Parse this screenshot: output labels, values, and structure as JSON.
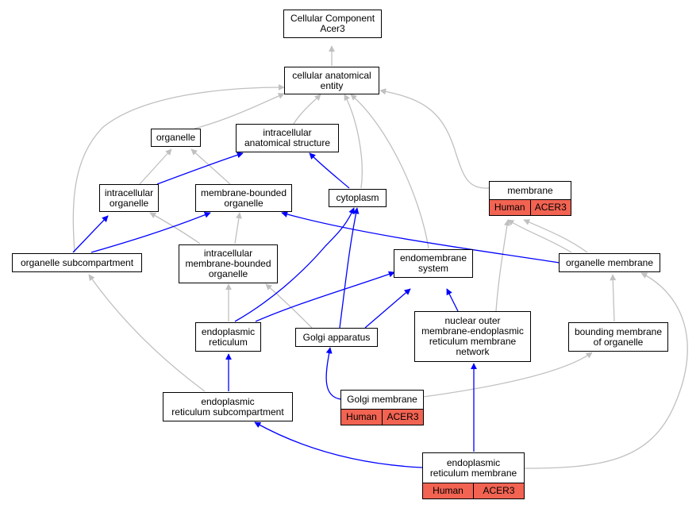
{
  "nodes": {
    "cellular_component": {
      "line1": "Cellular Component",
      "line2": "Acer3"
    },
    "cellular_anatomical_entity": {
      "line1": "cellular anatomical",
      "line2": "entity"
    },
    "organelle": {
      "line1": "organelle"
    },
    "intracellular_anatomical_structure": {
      "line1": "intracellular",
      "line2": "anatomical structure"
    },
    "intracellular_organelle": {
      "line1": "intracellular",
      "line2": "organelle"
    },
    "membrane_bounded_organelle": {
      "line1": "membrane-bounded",
      "line2": "organelle"
    },
    "cytoplasm": {
      "line1": "cytoplasm"
    },
    "membrane": {
      "line1": "membrane",
      "tag1": "Human",
      "tag2": "ACER3"
    },
    "organelle_subcompartment": {
      "line1": "organelle subcompartment"
    },
    "intracellular_membrane_bounded_organelle": {
      "line1": "intracellular",
      "line2": "membrane-bounded",
      "line3": "organelle"
    },
    "endomembrane_system": {
      "line1": "endomembrane",
      "line2": "system"
    },
    "organelle_membrane": {
      "line1": "organelle membrane"
    },
    "endoplasmic_reticulum": {
      "line1": "endoplasmic",
      "line2": "reticulum"
    },
    "golgi_apparatus": {
      "line1": "Golgi apparatus"
    },
    "nuclear_outer_membrane_er_network": {
      "line1": "nuclear outer",
      "line2": "membrane-endoplasmic",
      "line3": "reticulum membrane",
      "line4": "network"
    },
    "bounding_membrane_of_organelle": {
      "line1": "bounding membrane",
      "line2": "of organelle"
    },
    "er_subcompartment": {
      "line1": "endoplasmic",
      "line2": "reticulum subcompartment"
    },
    "golgi_membrane": {
      "line1": "Golgi membrane",
      "tag1": "Human",
      "tag2": "ACER3"
    },
    "er_membrane": {
      "line1": "endoplasmic",
      "line2": "reticulum membrane",
      "tag1": "Human",
      "tag2": "ACER3"
    }
  },
  "colors": {
    "is_a_edge": "#c0c0c0",
    "part_of_edge": "#0000ff",
    "annotation_tag": "#f26352"
  }
}
